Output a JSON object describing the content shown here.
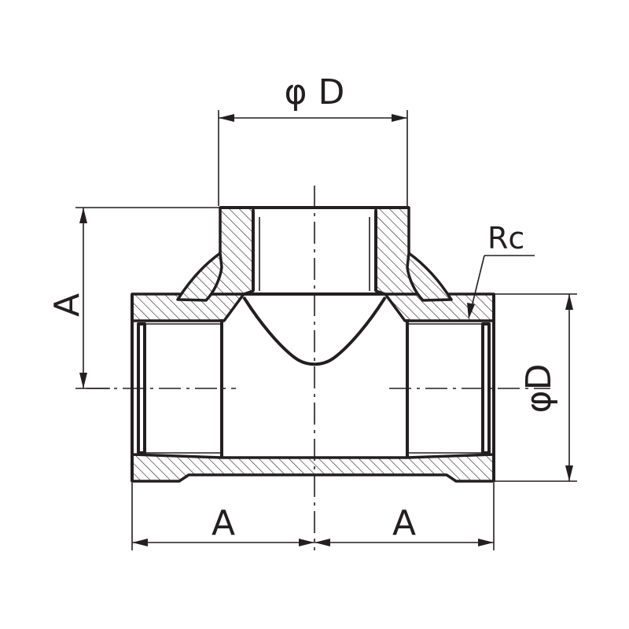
{
  "drawing": {
    "labels": {
      "phi_d_top": "φ D",
      "phi_d_right": "φD",
      "a_vertical": "A",
      "a_bottom_left": "A",
      "a_bottom_right": "A",
      "rc": "Rc"
    }
  }
}
